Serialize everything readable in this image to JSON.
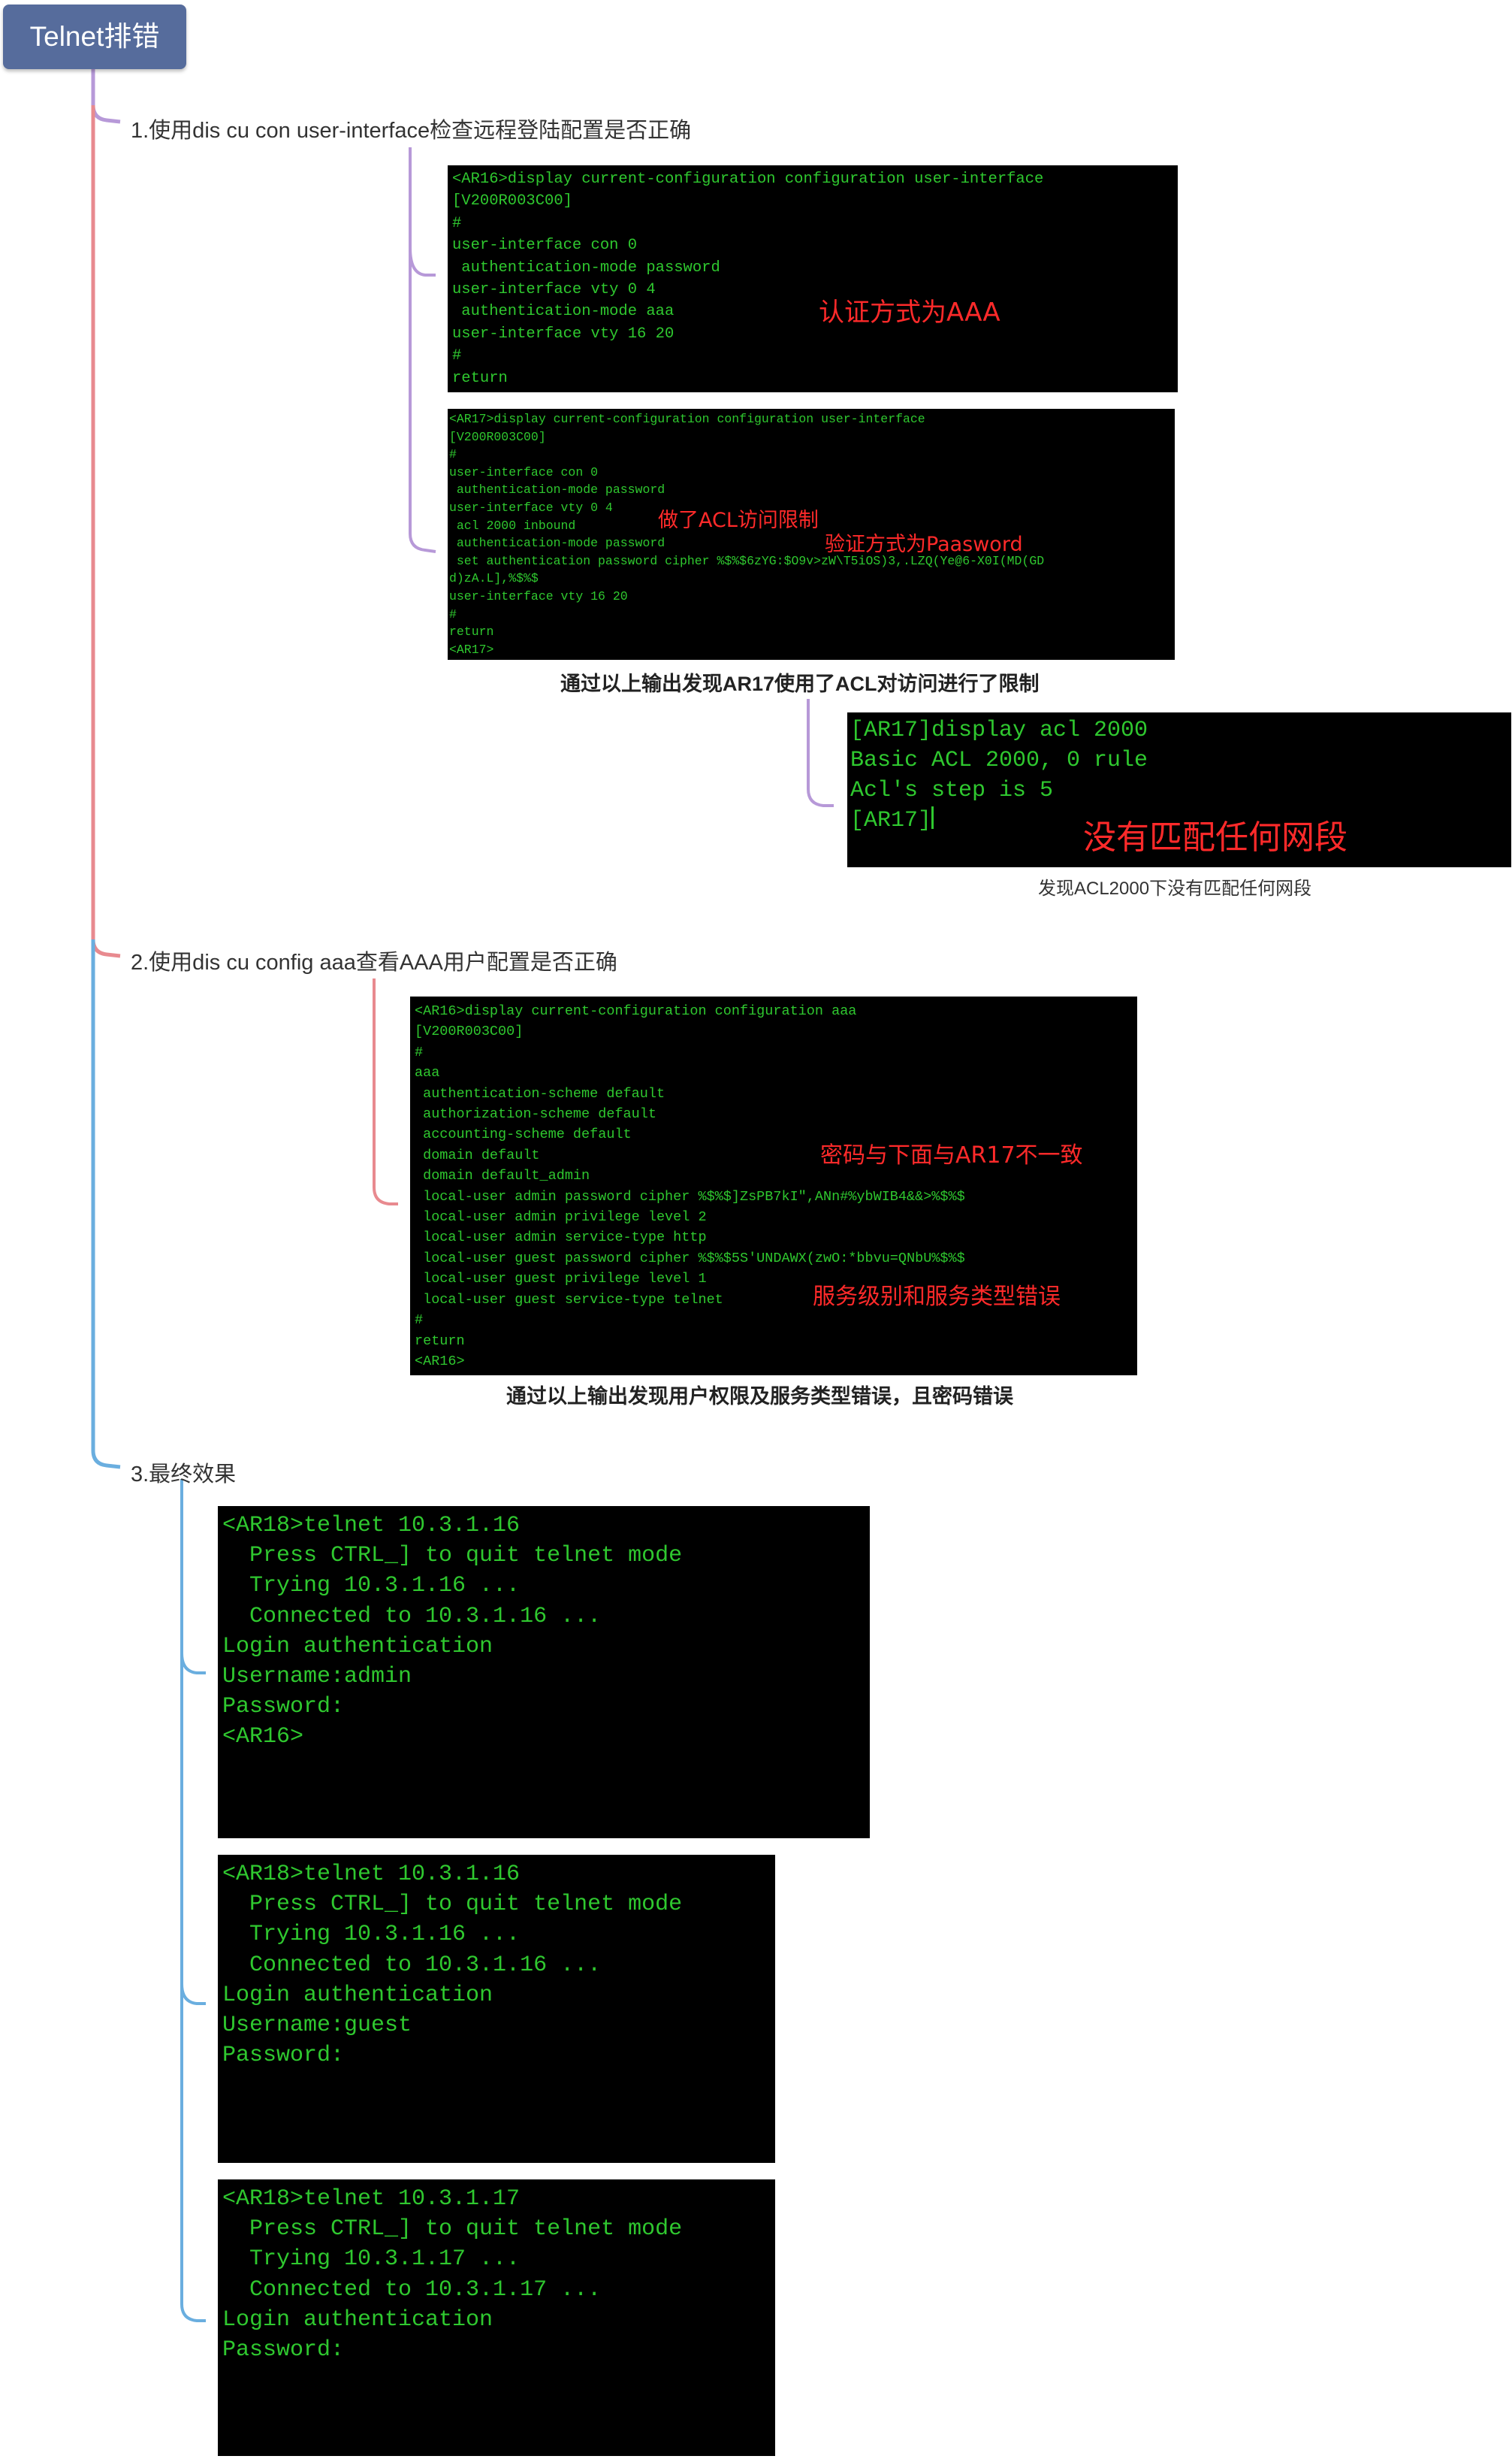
{
  "root": {
    "title": "Telnet排错"
  },
  "branches": [
    "1.使用dis cu con user-interface检查远程登陆配置是否正确",
    "2.使用dis cu config aaa查看AAA用户配置是否正确",
    "3.最终效果"
  ],
  "section1": {
    "term_ar16": {
      "lines": [
        "<AR16>display current-configuration configuration user-interface",
        "[V200R003C00]",
        "#",
        "user-interface con 0",
        " authentication-mode password",
        "user-interface vty 0 4",
        " authentication-mode aaa",
        "user-interface vty 16 20",
        "#",
        "return"
      ],
      "annotation": "认证方式为AAA"
    },
    "term_ar17": {
      "lines": [
        "<AR17>display current-configuration configuration user-interface",
        "[V200R003C00]",
        "#",
        "user-interface con 0",
        " authentication-mode password",
        "user-interface vty 0 4",
        " acl 2000 inbound",
        " authentication-mode password",
        " set authentication password cipher %$%$6zYG:$O9v>zW\\T5iOS)3,.LZQ(Ye@6-X0I(MD(GD",
        "d)zA.L],%$%$",
        "user-interface vty 16 20",
        "#",
        "return",
        "<AR17>"
      ],
      "annotation_acl": "做了ACL访问限制",
      "annotation_auth": "验证方式为Paasword"
    },
    "caption": "通过以上输出发现AR17使用了ACL对访问进行了限制",
    "term_acl": {
      "lines": [
        "[AR17]display acl 2000",
        "Basic ACL 2000, 0 rule",
        "Acl's step is 5",
        "",
        "[AR17]"
      ],
      "annotation": "没有匹配任何网段"
    },
    "caption2": "发现ACL2000下没有匹配任何网段"
  },
  "section2": {
    "term_aaa": {
      "lines": [
        "<AR16>display current-configuration configuration aaa",
        "[V200R003C00]",
        "#",
        "aaa",
        " authentication-scheme default",
        " authorization-scheme default",
        " accounting-scheme default",
        " domain default",
        " domain default_admin",
        " local-user admin password cipher %$%$]ZsPB7kI\",ANn#%ybWIB4&&>%$%$",
        " local-user admin privilege level 2",
        " local-user admin service-type http",
        " local-user guest password cipher %$%$5S'UNDAWX(zwO:*bbvu=QNbU%$%$",
        " local-user guest privilege level 1",
        " local-user guest service-type telnet",
        "#",
        "return",
        "<AR16>"
      ],
      "annotation_pwd": "密码与下面与AR17不一致",
      "annotation_service": "服务级别和服务类型错误"
    },
    "caption": "通过以上输出发现用户权限及服务类型错误，且密码错误"
  },
  "section3": {
    "term_a": {
      "lines": [
        "<AR18>telnet 10.3.1.16",
        "  Press CTRL_] to quit telnet mode",
        "  Trying 10.3.1.16 ...",
        "  Connected to 10.3.1.16 ...",
        "",
        "Login authentication",
        "",
        "",
        "Username:admin",
        "Password:",
        "<AR16>"
      ]
    },
    "term_b": {
      "lines": [
        "<AR18>telnet 10.3.1.16",
        "  Press CTRL_] to quit telnet mode",
        "  Trying 10.3.1.16 ...",
        "  Connected to 10.3.1.16 ...",
        "",
        "Login authentication",
        "",
        "",
        "Username:guest",
        "Password:"
      ]
    },
    "term_c": {
      "lines": [
        "<AR18>telnet 10.3.1.17",
        "  Press CTRL_] to quit telnet mode",
        "  Trying 10.3.1.17 ...",
        "  Connected to 10.3.1.17 ...",
        "",
        "Login authentication",
        "",
        "",
        "Password:"
      ]
    }
  },
  "colors": {
    "root_bg": "#566c9c",
    "branch1_line": "#b799d8",
    "branch2_line": "#e88a8f",
    "branch3_line": "#6aaedf",
    "terminal_bg": "#000000",
    "terminal_text": "#2fc82f",
    "annotation": "#ff2a2a"
  }
}
